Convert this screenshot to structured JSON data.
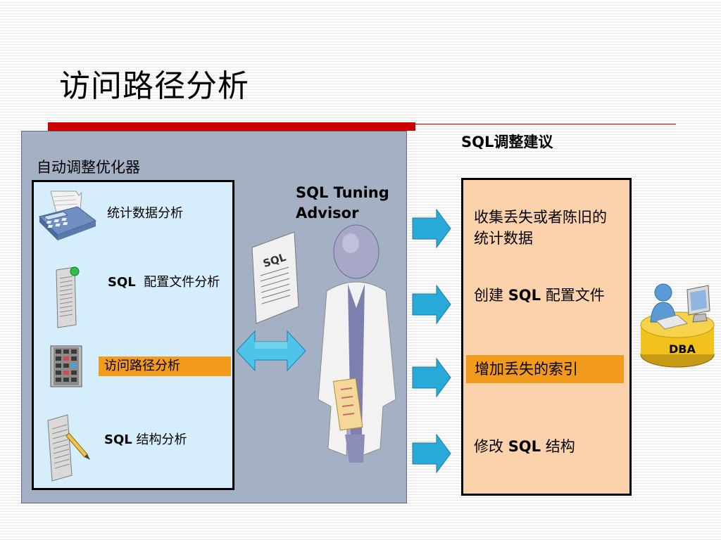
{
  "slide": {
    "title": "访问路径分析",
    "right_heading": "SQL调整建议"
  },
  "left_panel": {
    "label": "自动调整优化器",
    "items": [
      {
        "label": "统计数据分析",
        "icon": "calculator-icon"
      },
      {
        "label_sql": "SQL",
        "label_rest": "配置文件分析",
        "icon": "profile-document-icon"
      },
      {
        "label": "访问路径分析",
        "icon": "index-rack-icon",
        "highlight": "#f29a1c"
      },
      {
        "label_sql": "SQL",
        "label_rest": "结构分析",
        "icon": "pencil-document-icon"
      }
    ]
  },
  "advisor": {
    "title_line1": "SQL Tuning",
    "title_line2": "Advisor",
    "sql_doc_text": "SQL"
  },
  "recommendations": [
    {
      "text": "收集丢失或者陈旧的统计数据"
    },
    {
      "prefix": "创建",
      "sql": "SQL",
      "suffix": "配置文件"
    },
    {
      "text": "增加丢失的索引",
      "highlight": "#f29a1c"
    },
    {
      "prefix": "修改",
      "sql": "SQL",
      "suffix": "结构"
    }
  ],
  "dba": {
    "label": "DBA"
  },
  "colors": {
    "panel_bg": "#a4b0c4",
    "inner_bg": "#d6eefc",
    "rec_bg": "#fcd2ac",
    "highlight": "#f29a1c",
    "accent_red": "#cc0000",
    "arrow_blue": "#29a9d8"
  }
}
